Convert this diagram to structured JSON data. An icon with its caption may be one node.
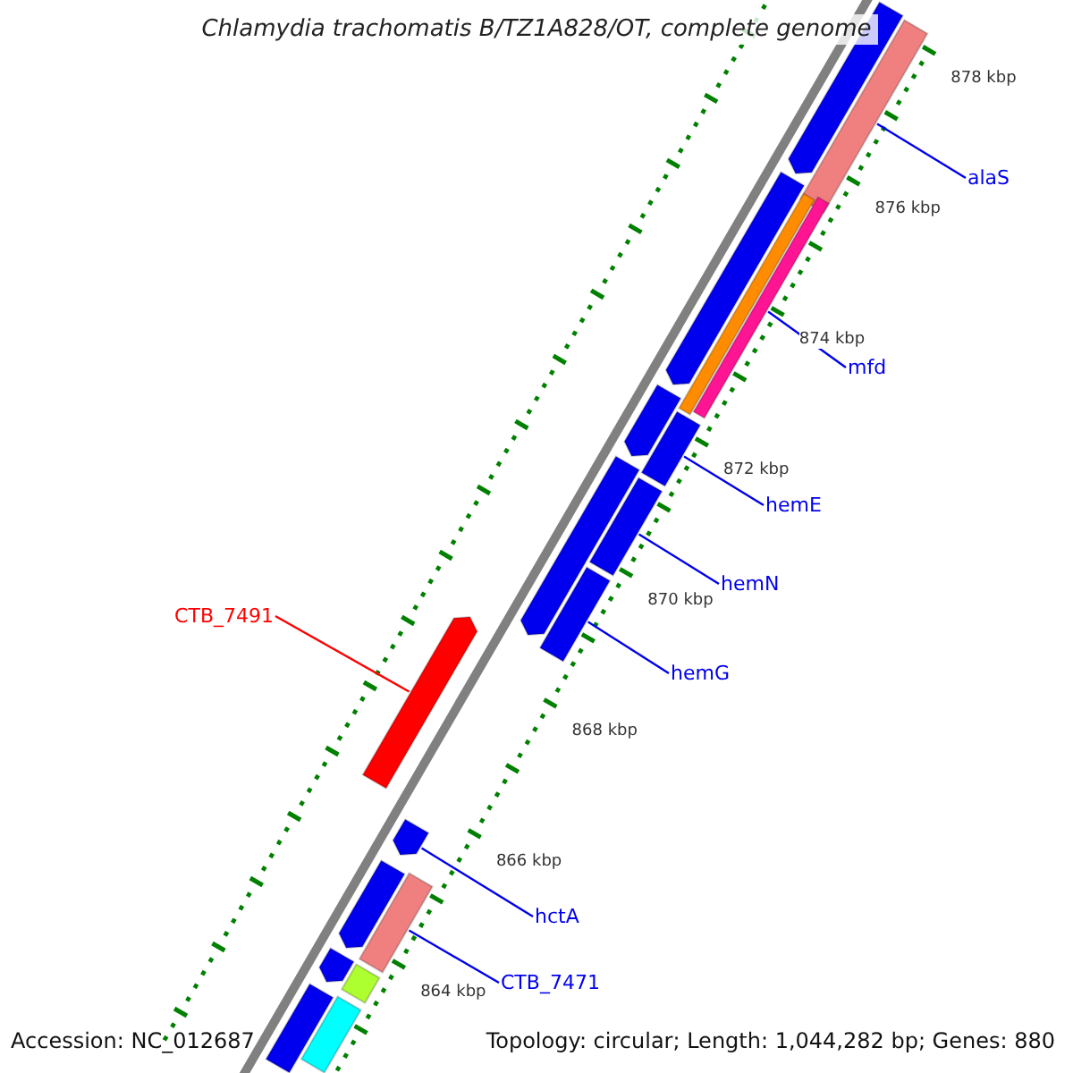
{
  "diagram": {
    "title": "Chlamydia trachomatis B/TZ1A828/OT, complete genome",
    "nodes": [
      {
        "text": [
          "alaS"
        ]
      },
      {
        "text": [
          "mfd"
        ]
      },
      {
        "text": [
          "hemE"
        ]
      },
      {
        "text": [
          "hemN"
        ]
      },
      {
        "text": [
          "CTB_7491"
        ]
      },
      {
        "text": [
          "hemG"
        ]
      },
      {
        "text": [
          "hctA"
        ]
      },
      {
        "text": [
          "CTB_7471"
        ]
      },
      {
        "text": [],
        "shape": "bar"
      },
      {
        "text": [],
        "shape": "bar"
      },
      {
        "text": [],
        "shape": "bar"
      },
      {
        "text": [],
        "shape": "bar"
      },
      {
        "text": [],
        "shape": "bar"
      },
      {
        "text": [],
        "shape": "bar"
      },
      {
        "text": [],
        "shape": "bar"
      },
      {
        "text": [],
        "shape": "bar"
      },
      {
        "text": [],
        "shape": "bar"
      },
      {
        "text": [],
        "shape": "bar"
      },
      {
        "text": [],
        "shape": "bar"
      },
      {
        "text": [],
        "shape": "bar"
      },
      {
        "text": [],
        "shape": "bar"
      },
      {
        "text": [],
        "shape": "bar"
      },
      {
        "text": [],
        "shape": "bar"
      },
      {
        "text": [],
        "shape": "bar"
      },
      {
        "text": [],
        "shape": "bar"
      },
      {
        "text": [],
        "shape": "bar"
      }
    ],
    "edges": [
      {
        "from": 0,
        "to": 8,
        "arrow": "none"
      },
      {
        "from": 1,
        "to": 9,
        "arrow": "none"
      },
      {
        "from": 2,
        "to": 10,
        "arrow": "none"
      },
      {
        "from": 3,
        "to": 11,
        "arrow": "none"
      },
      {
        "from": 4,
        "to": 12,
        "arrow": "none",
        "color": "#ff0000"
      },
      {
        "from": 5,
        "to": 13,
        "arrow": "none"
      },
      {
        "from": 6,
        "to": 14,
        "arrow": "none"
      },
      {
        "from": 7,
        "to": 15,
        "arrow": "none"
      }
    ],
    "labels": [
      "878 kbp",
      "876 kbp",
      "874 kbp",
      "872 kbp",
      "870 kbp",
      "868 kbp",
      "866 kbp",
      "864 kbp",
      "Accession: NC_012687",
      "Topology: circular; Length: 1,044,282 bp; Genes: 880"
    ]
  }
}
